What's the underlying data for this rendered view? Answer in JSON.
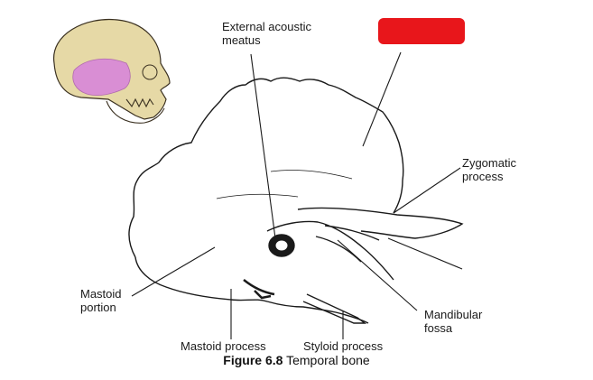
{
  "figure": {
    "number": "Figure 6.8",
    "title": "Temporal bone"
  },
  "labels": {
    "external_acoustic_meatus": [
      "External acoustic",
      "meatus"
    ],
    "zygomatic_process": [
      "Zygomatic",
      "process"
    ],
    "mastoid_portion": [
      "Mastoid",
      "portion"
    ],
    "mandibular_fossa": [
      "Mandibular",
      "fossa"
    ],
    "mastoid_process": "Mastoid process",
    "styloid_process": "Styloid process"
  },
  "colors": {
    "redaction": "#e8161b",
    "skull_bone": "#e6d9a6",
    "temporal_highlight": "#d98ed4",
    "outline": "#1a1a1a"
  }
}
